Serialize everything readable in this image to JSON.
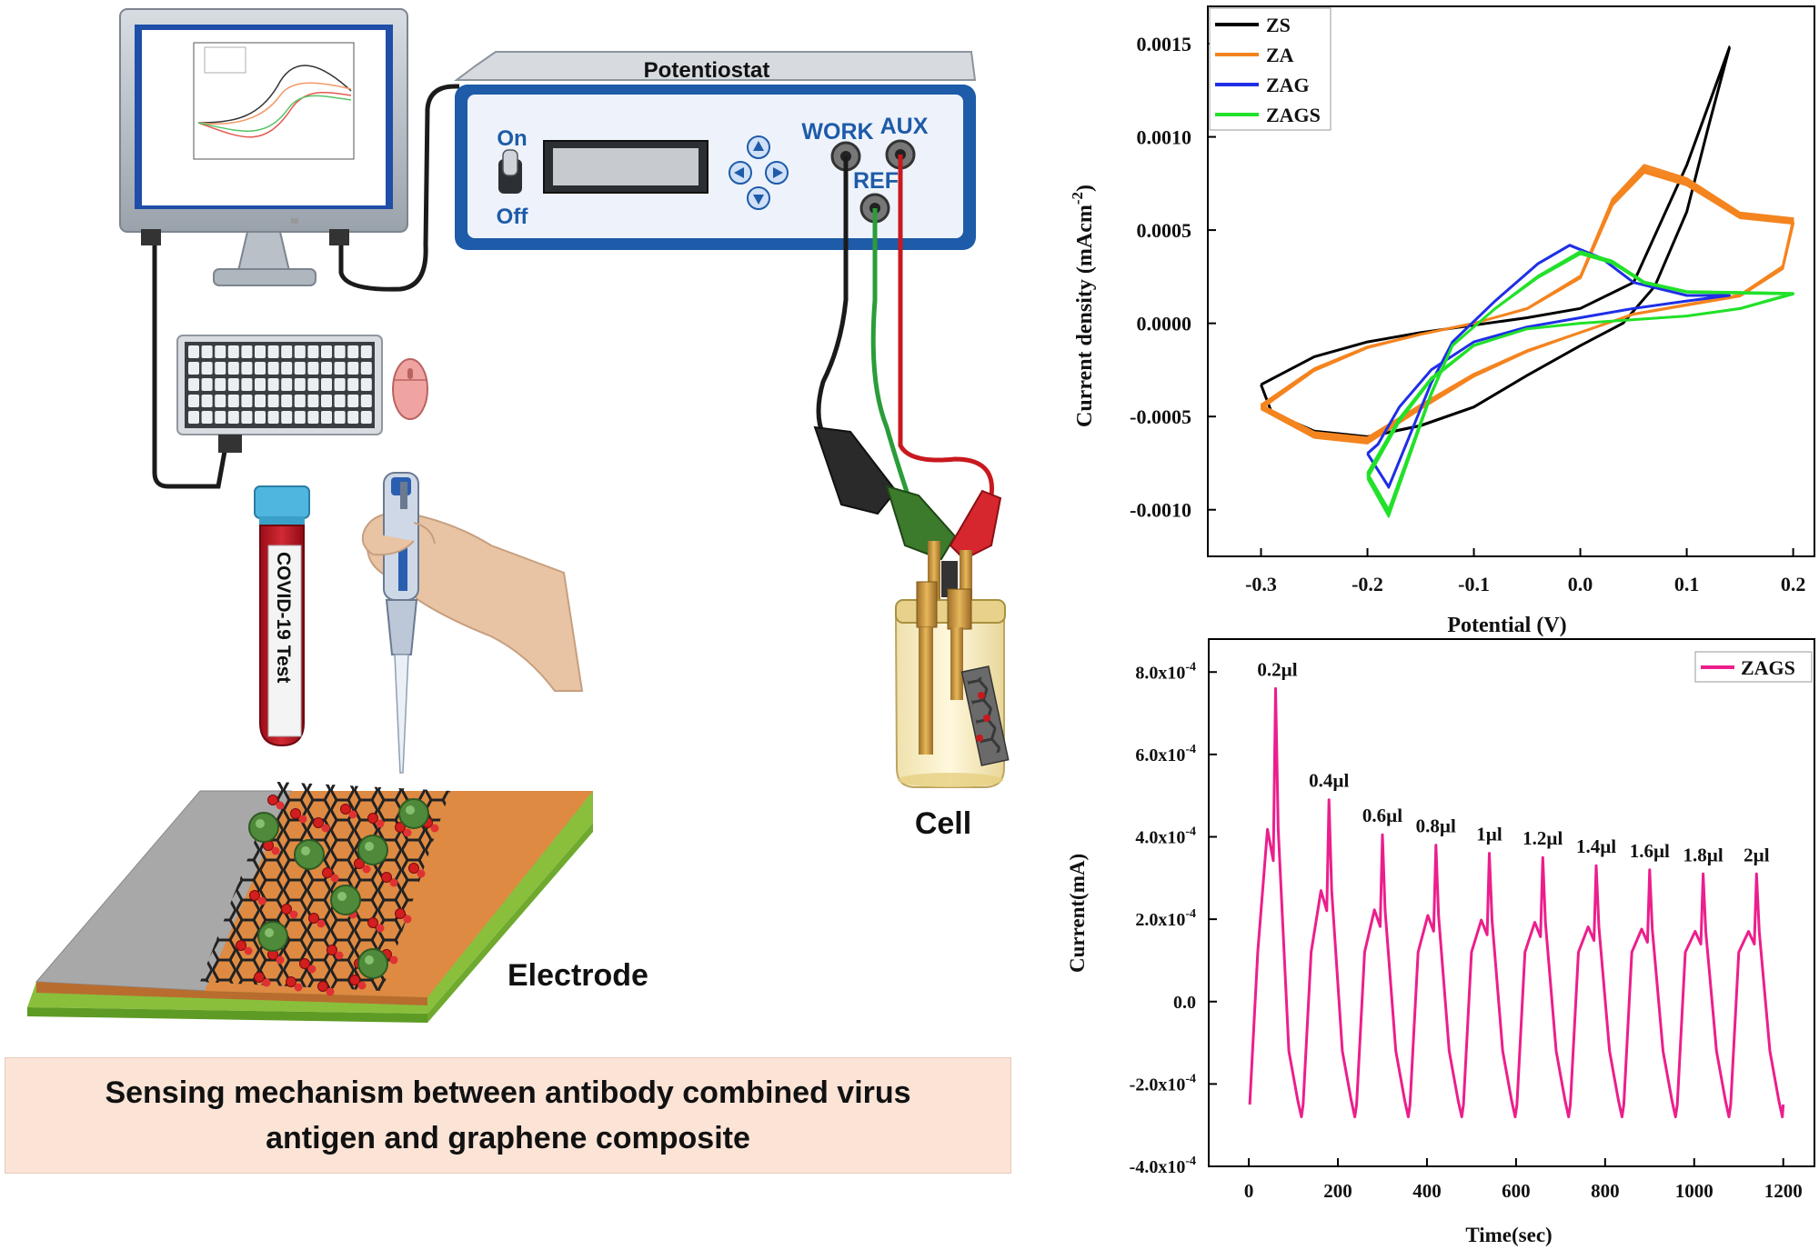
{
  "setup": {
    "potentiostat_title": "Potentiostat",
    "switch_on": "On",
    "switch_off": "Off",
    "port_work": "WORK",
    "port_aux": "AUX",
    "port_ref": "REF",
    "cell_label": "Cell",
    "electrode_label": "Electrode",
    "tube_label": "COVID-19 Test",
    "caption": "Sensing mechanism between antibody combined virus antigen and graphene composite"
  },
  "colors": {
    "ZS": "#000000",
    "ZA": "#f4841f",
    "ZAG": "#1f2fe6",
    "ZAGS": "#22e12a",
    "ZAGS_pulse": "#ec1e8c",
    "device_blue": "#1e5ba8",
    "wire_black": "#1a1a1a",
    "wire_green": "#2a9d3a",
    "wire_red": "#c8191e"
  },
  "chart_data": [
    {
      "type": "line",
      "xlabel": "Potential (V)",
      "ylabel": "Current density (mAcm⁻²)",
      "ylabel_main": "Current density (mAcm",
      "ylabel_sup": "-2",
      "ylabel_close": ")",
      "xlim": [
        -0.35,
        0.22
      ],
      "ylim": [
        -0.00125,
        0.0017
      ],
      "xticks": [
        -0.3,
        -0.2,
        -0.1,
        0.0,
        0.1,
        0.2
      ],
      "xtick_labels": [
        "-0.3",
        "-0.2",
        "-0.1",
        "0.0",
        "0.1",
        "0.2"
      ],
      "yticks": [
        -0.001,
        -0.0005,
        0.0,
        0.0005,
        0.001,
        0.0015
      ],
      "ytick_labels": [
        "-0.0010",
        "-0.0005",
        "0.0000",
        "0.0005",
        "0.0010",
        "0.0015"
      ],
      "legend_position": "top-left",
      "series": [
        {
          "name": "ZS",
          "color_key": "ZS",
          "forward": [
            [
              -0.3,
              -0.00033
            ],
            [
              -0.25,
              -0.00018
            ],
            [
              -0.2,
              -0.0001
            ],
            [
              -0.15,
              -5e-05
            ],
            [
              -0.1,
              -1e-05
            ],
            [
              -0.05,
              3e-05
            ],
            [
              0.0,
              8e-05
            ],
            [
              0.05,
              0.00022
            ],
            [
              0.1,
              0.00085
            ],
            [
              0.14,
              0.00148
            ]
          ],
          "reverse": [
            [
              0.14,
              0.00148
            ],
            [
              0.12,
              0.00105
            ],
            [
              0.1,
              0.0006
            ],
            [
              0.07,
              0.0002
            ],
            [
              0.04,
              0.0
            ],
            [
              0.0,
              -0.00012
            ],
            [
              -0.05,
              -0.00028
            ],
            [
              -0.1,
              -0.00045
            ],
            [
              -0.15,
              -0.00055
            ],
            [
              -0.2,
              -0.00061
            ],
            [
              -0.25,
              -0.00058
            ],
            [
              -0.29,
              -0.00048
            ],
            [
              -0.3,
              -0.00033
            ]
          ]
        },
        {
          "name": "ZA",
          "color_key": "ZA",
          "forward": [
            [
              -0.3,
              -0.00045
            ],
            [
              -0.25,
              -0.00025
            ],
            [
              -0.2,
              -0.00013
            ],
            [
              -0.15,
              -6e-05
            ],
            [
              -0.1,
              0.0
            ],
            [
              -0.05,
              8e-05
            ],
            [
              0.0,
              0.00025
            ],
            [
              0.03,
              0.00065
            ],
            [
              0.06,
              0.00083
            ],
            [
              0.1,
              0.00076
            ],
            [
              0.15,
              0.00058
            ],
            [
              0.2,
              0.00055
            ]
          ],
          "reverse": [
            [
              0.2,
              0.00055
            ],
            [
              0.19,
              0.0003
            ],
            [
              0.15,
              0.00015
            ],
            [
              0.1,
              0.0001
            ],
            [
              0.05,
              5e-05
            ],
            [
              0.0,
              -5e-05
            ],
            [
              -0.05,
              -0.00015
            ],
            [
              -0.1,
              -0.00028
            ],
            [
              -0.15,
              -0.00045
            ],
            [
              -0.2,
              -0.00063
            ],
            [
              -0.25,
              -0.0006
            ],
            [
              -0.3,
              -0.00045
            ]
          ],
          "stack_offset": 4e-05,
          "stack_count": 5
        },
        {
          "name": "ZAG",
          "color_key": "ZAG",
          "forward": [
            [
              -0.2,
              -0.0007
            ],
            [
              -0.18,
              -0.00088
            ],
            [
              -0.16,
              -0.0006
            ],
            [
              -0.14,
              -0.00032
            ],
            [
              -0.12,
              -0.0001
            ],
            [
              -0.08,
              0.00012
            ],
            [
              -0.04,
              0.00032
            ],
            [
              -0.01,
              0.00042
            ],
            [
              0.02,
              0.00035
            ],
            [
              0.05,
              0.00022
            ],
            [
              0.1,
              0.00015
            ],
            [
              0.14,
              0.00015
            ]
          ],
          "reverse": [
            [
              0.14,
              0.00015
            ],
            [
              0.1,
              0.00012
            ],
            [
              0.05,
              8e-05
            ],
            [
              0.0,
              3e-05
            ],
            [
              -0.05,
              -2e-05
            ],
            [
              -0.1,
              -0.0001
            ],
            [
              -0.14,
              -0.00025
            ],
            [
              -0.17,
              -0.00045
            ],
            [
              -0.19,
              -0.00065
            ],
            [
              -0.2,
              -0.0007
            ]
          ]
        },
        {
          "name": "ZAGS",
          "color_key": "ZAGS",
          "forward": [
            [
              -0.2,
              -0.00082
            ],
            [
              -0.18,
              -0.00102
            ],
            [
              -0.16,
              -0.0007
            ],
            [
              -0.14,
              -0.00038
            ],
            [
              -0.12,
              -0.00012
            ],
            [
              -0.08,
              8e-05
            ],
            [
              -0.04,
              0.00025
            ],
            [
              0.0,
              0.00038
            ],
            [
              0.03,
              0.00033
            ],
            [
              0.06,
              0.00022
            ],
            [
              0.1,
              0.00017
            ],
            [
              0.2,
              0.00016
            ]
          ],
          "reverse": [
            [
              0.2,
              0.00016
            ],
            [
              0.15,
              8e-05
            ],
            [
              0.1,
              4e-05
            ],
            [
              0.05,
              2e-05
            ],
            [
              0.0,
              0.0
            ],
            [
              -0.05,
              -3e-05
            ],
            [
              -0.1,
              -0.00012
            ],
            [
              -0.14,
              -0.0003
            ],
            [
              -0.17,
              -0.00052
            ],
            [
              -0.19,
              -0.00072
            ],
            [
              -0.2,
              -0.00082
            ]
          ],
          "stack_offset": 3e-05,
          "stack_count": 5
        }
      ]
    },
    {
      "type": "line",
      "xlabel": "Time(sec)",
      "ylabel": "Current(mA)",
      "xlim": [
        -90,
        1270
      ],
      "ylim": [
        -0.0004,
        0.00088
      ],
      "xticks": [
        0,
        200,
        400,
        600,
        800,
        1000,
        1200
      ],
      "xtick_labels": [
        "0",
        "200",
        "400",
        "600",
        "800",
        "1000",
        "1200"
      ],
      "yticks": [
        -0.0004,
        -0.0002,
        0.0,
        0.0002,
        0.0004,
        0.0006,
        0.0008
      ],
      "ytick_labels": [
        {
          "base": "-4.0x10",
          "exp": "-4"
        },
        {
          "base": "-2.0x10",
          "exp": "-4"
        },
        {
          "base": "0.0",
          "exp": ""
        },
        {
          "base": "2.0x10",
          "exp": "-4"
        },
        {
          "base": "4.0x10",
          "exp": "-4"
        },
        {
          "base": "6.0x10",
          "exp": "-4"
        },
        {
          "base": "8.0x10",
          "exp": "-4"
        }
      ],
      "legend_position": "top-right",
      "series": [
        {
          "name": "ZAGS",
          "color_key": "ZAGS_pulse",
          "pulses": [
            {
              "start": 0,
              "peak_t": 60,
              "peak": 0.00076,
              "label": "0.2µl"
            },
            {
              "start": 120,
              "peak_t": 180,
              "peak": 0.00049,
              "label": "0.4µl"
            },
            {
              "start": 240,
              "peak_t": 300,
              "peak": 0.000405,
              "label": "0.6µl"
            },
            {
              "start": 360,
              "peak_t": 420,
              "peak": 0.00038,
              "label": "0.8µl"
            },
            {
              "start": 480,
              "peak_t": 540,
              "peak": 0.00036,
              "label": "1µl"
            },
            {
              "start": 600,
              "peak_t": 660,
              "peak": 0.00035,
              "label": "1.2µl"
            },
            {
              "start": 720,
              "peak_t": 780,
              "peak": 0.00033,
              "label": "1.4µl"
            },
            {
              "start": 840,
              "peak_t": 900,
              "peak": 0.00032,
              "label": "1.6µl"
            },
            {
              "start": 960,
              "peak_t": 1020,
              "peak": 0.00031,
              "label": "1.8µl"
            },
            {
              "start": 1080,
              "peak_t": 1140,
              "peak": 0.00031,
              "label": "2µl"
            }
          ],
          "baseline": -0.00025,
          "trough": -0.00028,
          "end_t": 1200
        }
      ]
    }
  ]
}
